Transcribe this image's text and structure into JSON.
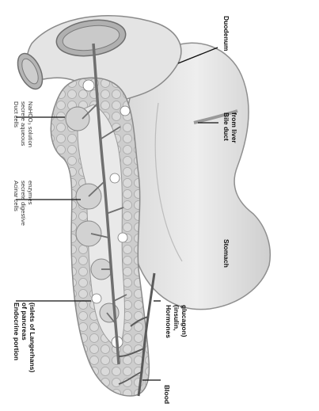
{
  "labels": {
    "duodenum": "Duodenum",
    "bile_duct": [
      "Bile duct",
      "from liver"
    ],
    "stomach": "Stomach",
    "hormones": [
      "Hormones",
      "(insulin,",
      "glucagon)"
    ],
    "blood": "Blood",
    "duct_cells": [
      "Duct cells",
      "secrete aqueous",
      "NaHCO₃ solution"
    ],
    "acinar_cells": [
      "Acinar cells",
      "secrete digestive",
      "enzymes"
    ],
    "endocrine": [
      "Endocrine portion",
      "of pancreas",
      "(islets of Langerhans)"
    ]
  },
  "colors": {
    "pancreas": "#cfcfcf",
    "stomach": "#e6e6e6",
    "duct": "#6f6f6f",
    "vessel": "#5a5a5a"
  }
}
